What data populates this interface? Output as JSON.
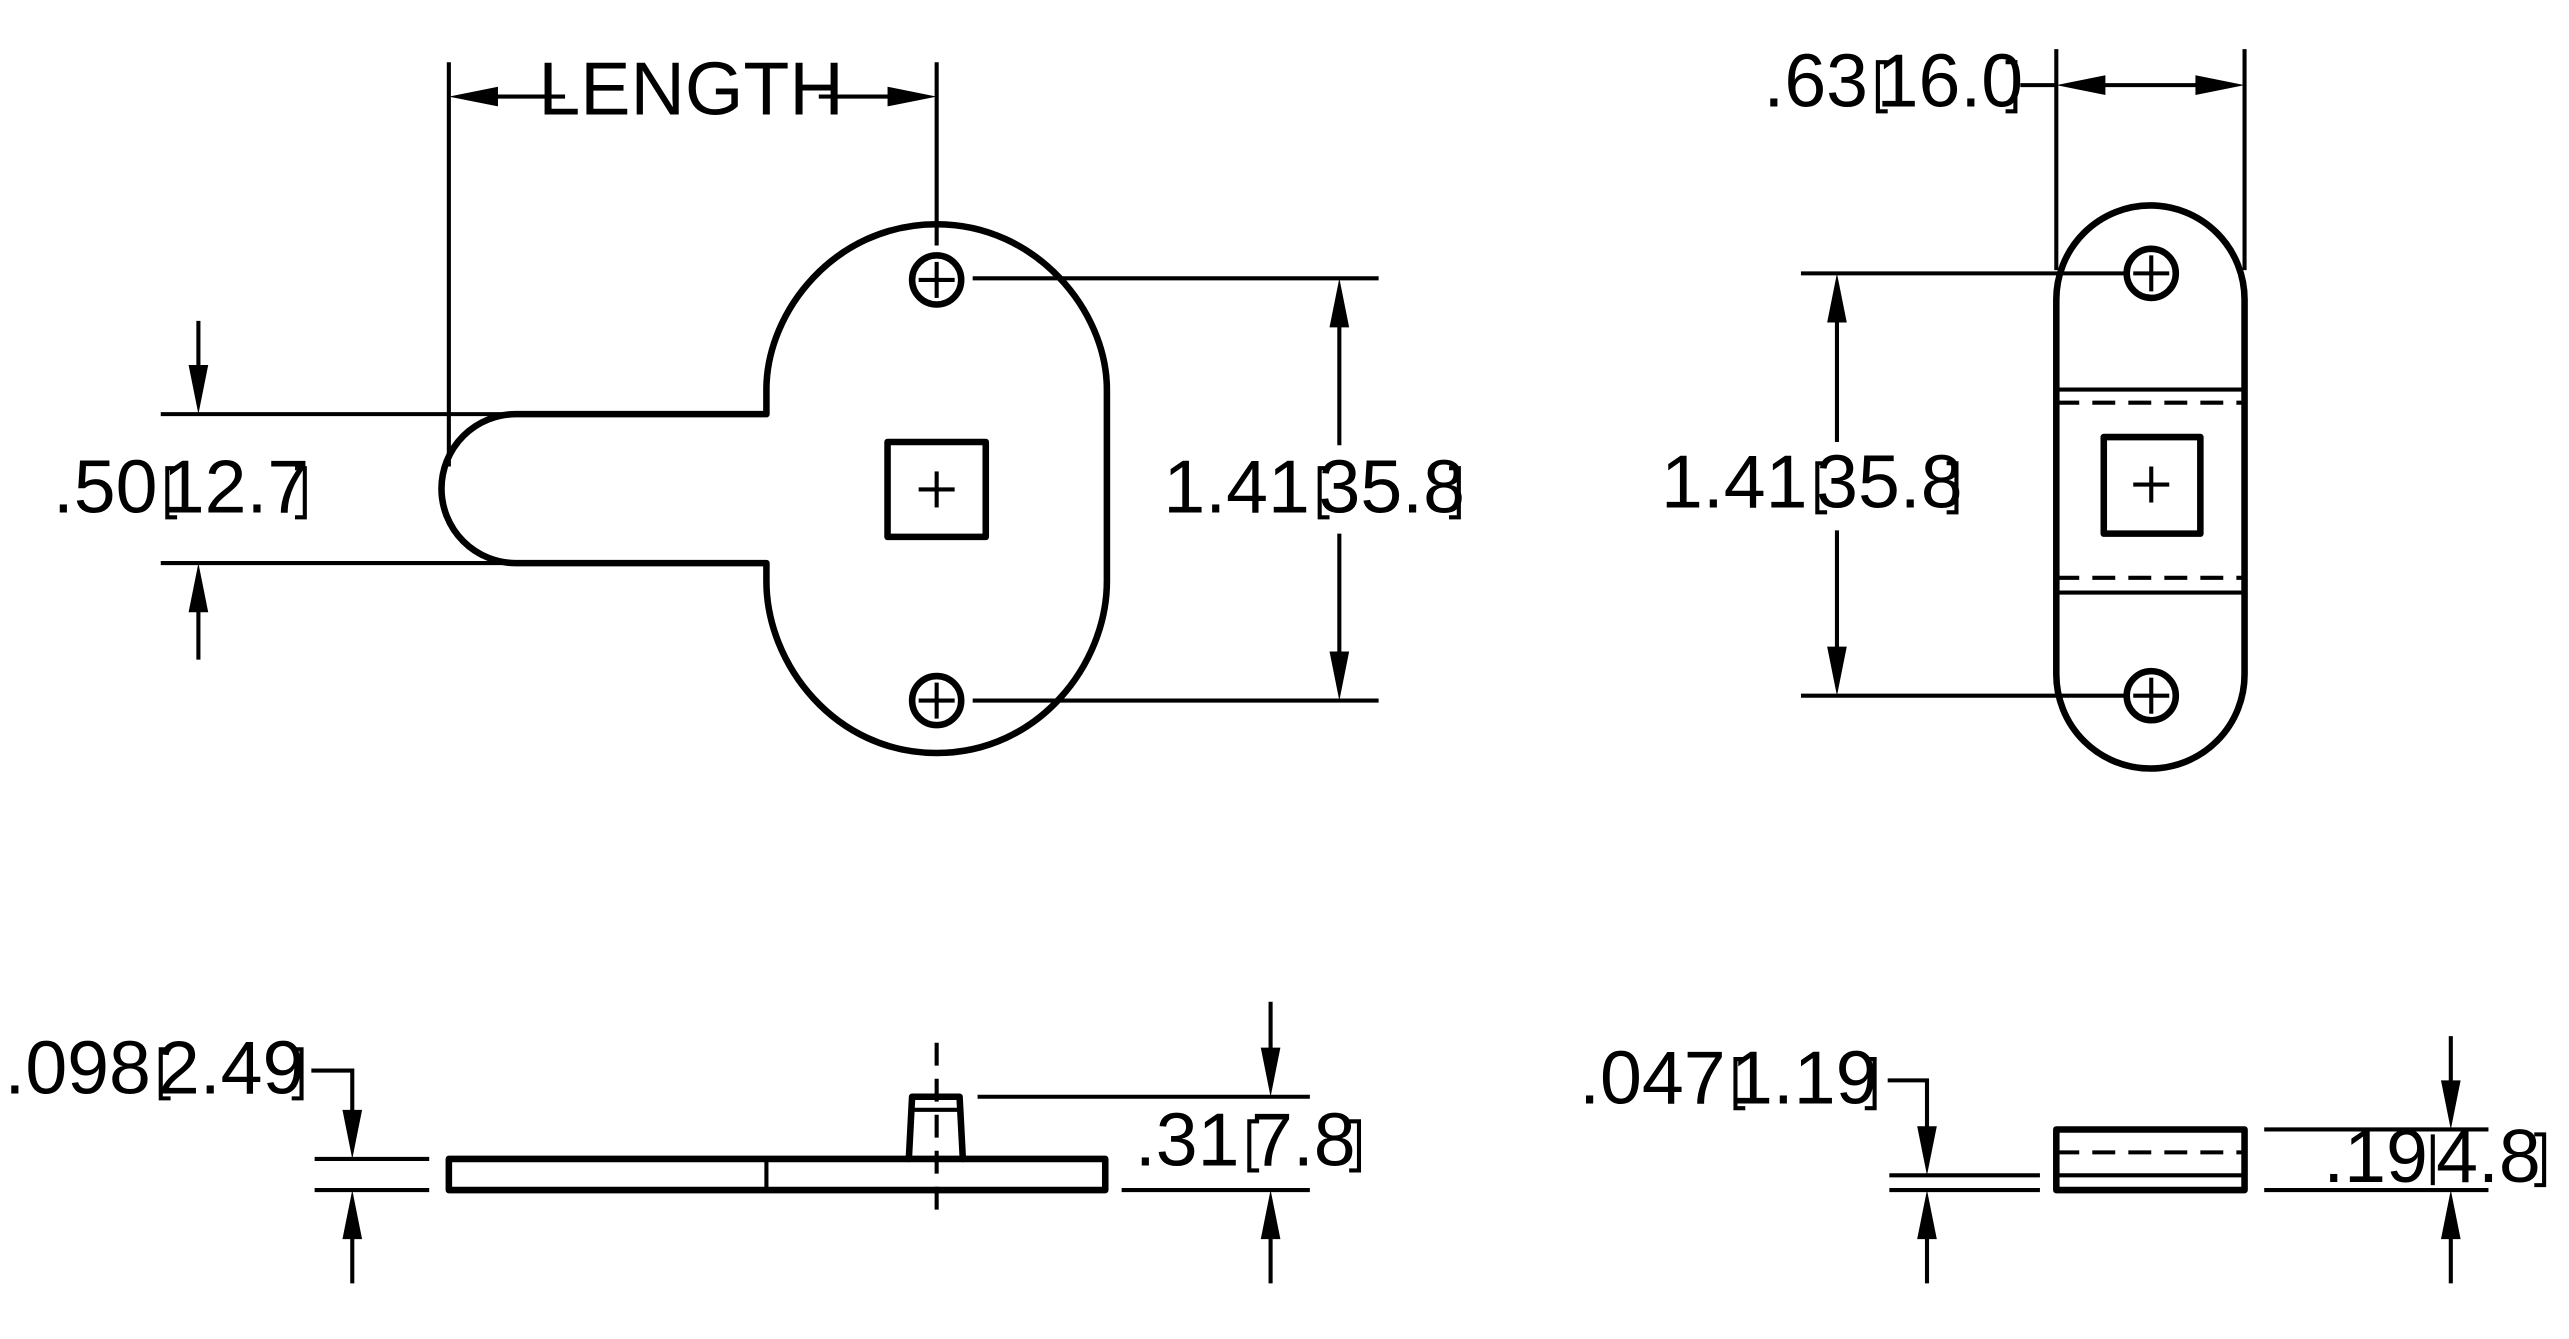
{
  "dimensions": {
    "length": "LENGTH",
    "width_top": ".50",
    "width_top_mm": "12.7",
    "hole_spacing_a": "1.41",
    "hole_spacing_a_mm": "35.8",
    "hole_spacing_b": "1.41",
    "hole_spacing_b_mm": "35.8",
    "end_width": ".63",
    "end_width_mm": "16.0",
    "plate_thickness": ".098",
    "plate_thickness_mm": "2.49",
    "overall_height": ".31",
    "overall_height_mm": "7.8",
    "end_thickness": ".047",
    "end_thickness_mm": "1.19",
    "end_height": ".19",
    "end_height_mm": "4.8"
  }
}
